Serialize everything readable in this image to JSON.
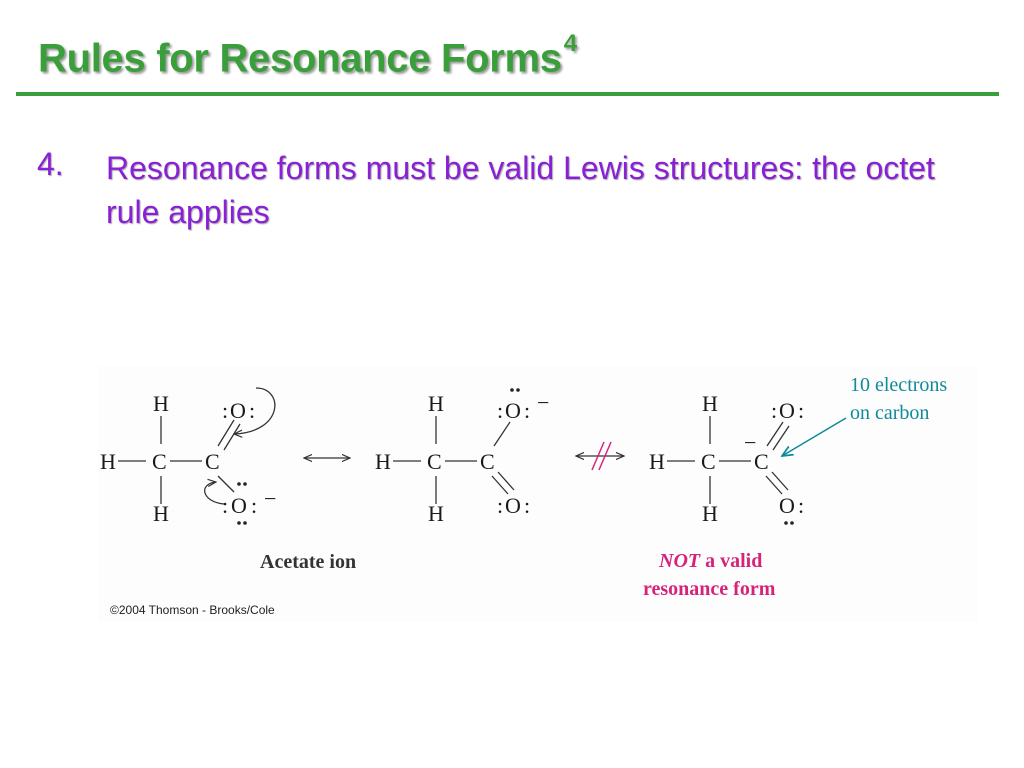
{
  "slide": {
    "title": "Rules for Resonance Forms",
    "title_superscript": "4",
    "item_number": "4.",
    "item_text": "Resonance forms must be valid Lewis structures: the octet rule applies"
  },
  "figure": {
    "atoms": {
      "H": "H",
      "C": "C",
      "O": "O",
      "lone_pair": ":",
      "charge": "−"
    },
    "label_acetate": "Acetate ion",
    "label_not_valid_em": "NOT",
    "label_not_valid_rest": " a valid",
    "label_not_valid_line2": "resonance form",
    "note_line1": "10 electrons",
    "note_line2": "on carbon",
    "copyright": "©2004 Thomson - Brooks/Cole",
    "colors": {
      "title_green": "#3a9e3a",
      "text_purple": "#8a1fd8",
      "note_teal": "#0f8a9a",
      "invalid_pink": "#d6237a"
    }
  }
}
